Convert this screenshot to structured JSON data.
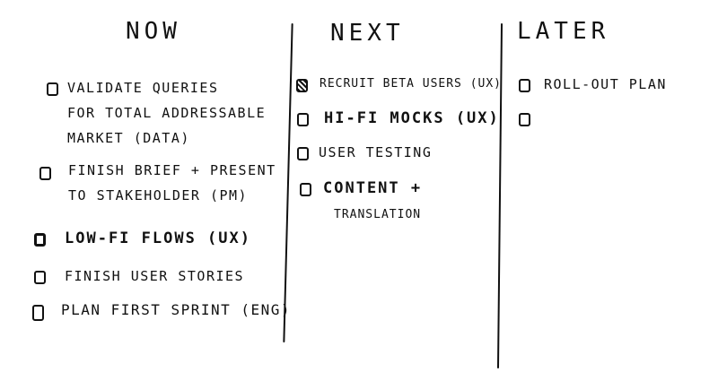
{
  "columns": [
    {
      "title": "NOW",
      "items": [
        {
          "lines": [
            "VALIDATE QUERIES",
            "FOR TOTAL ADDRESSABLE",
            "MARKET (DATA)"
          ],
          "checked": false
        },
        {
          "lines": [
            "FINISH BRIEF + PRESENT",
            "TO STAKEHOLDER (PM)"
          ],
          "checked": false
        },
        {
          "lines": [
            "LOW-FI FLOWS (UX)"
          ],
          "checked": false,
          "bold": true
        },
        {
          "lines": [
            "FINISH USER STORIES"
          ],
          "checked": false
        },
        {
          "lines": [
            "PLAN FIRST SPRINT (ENG)"
          ],
          "checked": false
        }
      ]
    },
    {
      "title": "NEXT",
      "items": [
        {
          "lines": [
            "RECRUIT BETA USERS (UX)"
          ],
          "checked": true
        },
        {
          "lines": [
            "HI-FI MOCKS (UX)"
          ],
          "checked": false,
          "bold": true
        },
        {
          "lines": [
            "USER TESTING"
          ],
          "checked": false
        },
        {
          "lines": [
            "CONTENT +",
            "TRANSLATION"
          ],
          "checked": false,
          "bold": true
        }
      ]
    },
    {
      "title": "LATER",
      "items": [
        {
          "lines": [
            "ROLL-OUT PLAN"
          ],
          "checked": false
        },
        {
          "lines": [
            ""
          ],
          "checked": false
        }
      ]
    }
  ],
  "colors": {
    "ink": "#111111",
    "paper": "#ffffff"
  }
}
